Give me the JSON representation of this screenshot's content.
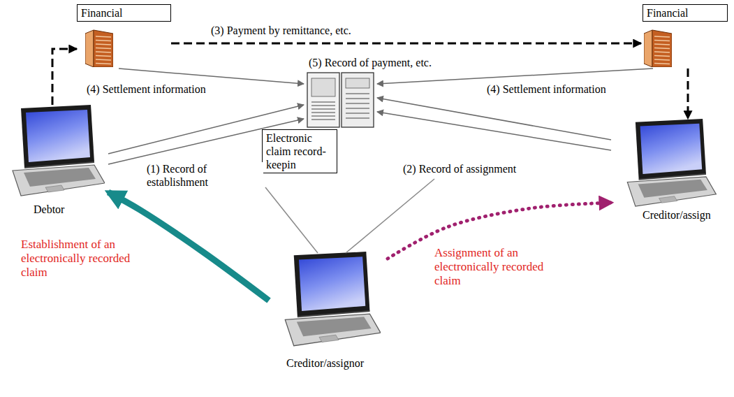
{
  "diagram": {
    "nodes": [
      {
        "text": [
          "Financial"
        ]
      },
      {
        "text": [
          "Financial"
        ]
      },
      {
        "text": [
          "Electronic claim record-keepin"
        ]
      },
      {
        "text": [
          "Debtor"
        ]
      },
      {
        "text": [
          "Creditor/assign"
        ]
      },
      {
        "text": [
          "Creditor/assignor"
        ]
      }
    ],
    "edges": [
      {
        "from": 3,
        "to": 0,
        "arrow": "to"
      },
      {
        "from": 0,
        "to": 1,
        "arrow": "to",
        "label": "(3) Payment by remittance, etc."
      },
      {
        "from": 1,
        "to": 4,
        "arrow": "to"
      },
      {
        "from": 0,
        "to": 2,
        "arrow": "to",
        "label": "(4) Settlement information"
      },
      {
        "from": 1,
        "to": 2,
        "arrow": "to",
        "label": "(4) Settlement information"
      },
      {
        "from": 3,
        "to": 2,
        "arrow": "to",
        "label": "(1) Record of establishment"
      },
      {
        "from": 3,
        "to": 2,
        "arrow": "to"
      },
      {
        "from": 4,
        "to": 2,
        "arrow": "to",
        "label": "(2) Record of assignment"
      },
      {
        "from": 4,
        "to": 2,
        "arrow": "to"
      },
      {
        "from": 5,
        "to": 3,
        "arrow": "to",
        "label": "Establishment of an electronically recorded claim"
      },
      {
        "from": 5,
        "to": 4,
        "arrow": "to",
        "label": "Assignment of an electronically recorded claim"
      }
    ],
    "labels": [
      "(5) Record of payment, etc."
    ]
  }
}
